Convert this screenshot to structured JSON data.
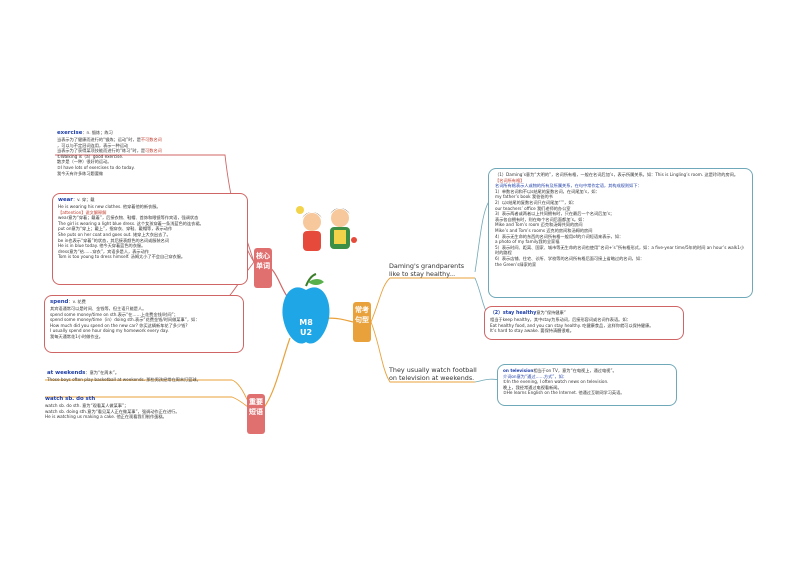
{
  "center": {
    "line1": "M8",
    "line2": "U2"
  },
  "branches": {
    "left_top": "核心单词",
    "left_bottom": "重要短语",
    "right": "常考句型"
  },
  "words": {
    "exercise": {
      "head": "exercise",
      "head_note": "：n. 锻炼；练习",
      "lines": [
        "当表示为了健康而进行的“锻炼；运动”时，是",
        "当表示为了获得某项技能而进行的“练习”时，是",
        "①Walking is（a）good exercise.",
        "散步是（一种）很好的运动。",
        "②I have lots of exercises to do today.",
        "我今天有许多练习题要做"
      ],
      "note_red1": "不可数名词",
      "note_rest1": "，可以与不定冠词连用，表示一种运动",
      "note_red2": "可数名词"
    },
    "wear": {
      "head": "wear",
      "head_note": "：v. 穿；戴",
      "lines": [
        "He is wearing his new clothes.  他穿着他的新衣服。",
        "wear意为“穿着；戴着”，后接衣物、鞋帽、首饰和眼镜等作宾语，强调状态",
        "The girl is wearing a light blue dress. 这个女孩穿着一条浅蓝色的连衣裙。",
        "put on意为“穿上；戴上”，指穿衣、穿鞋、戴帽等，表示动作",
        "She puts on her coat and goes out.  她穿上大衣出去了。",
        "be in也表示“穿着”的状态，其后接表颜色的名词或服装名词",
        "He is in blue today.    他今天穿着蓝色的衣服。",
        "dress意为“给……穿衣”，宾语多是人，表示动作",
        "Tom is too young to dress himself.  汤姆太小了不会自己穿衣服。"
      ],
      "attention": "【attention】说文解释解"
    },
    "spend": {
      "head": "spend",
      "head_note": "：v. 花费",
      "lines": [
        "其宾语通常可以是时间、金钱等，但主语只能是人。",
        "spend some money/time on sth.表示“在……上花费金钱/时间”；",
        "spend some money/time（in）doing sth.表示“花费金钱/时间做某事”，如：",
        "How much did you spend on the new car? 你买这辆新车花了多少钱?",
        "I usually spend one hour doing my homework every day.",
        "我每天通常花1小时做作业。"
      ]
    }
  },
  "phrases": {
    "weekends": {
      "head": "at weekends",
      "head_note": "：意为“在周末”。",
      "lines": [
        "Those boys often play basketball at weekends.  那些男孩经常在周末打篮球。"
      ]
    },
    "watch": {
      "head": "watch sb. do sth",
      "lines": [
        "watch sb. do sth. 意为“观看某人做某事”；",
        "watch sb. doing sth.意为“看见某人正在做某事”，强调动作正在进行。",
        "He is watching us making a cake.  他正在观看我们制作蛋糕。"
      ]
    }
  },
  "sentences": {
    "s1": "Daming's grandparents like to stay healthy...",
    "s2": "They usually watch football on television at weekends."
  },
  "grammar": {
    "title": "（1）Daming’s意为“大明的”，名词所有格，一般在名词后加’s，表示所属关系。如：This is Lingling’s room. 这是玲玲的房间。",
    "subtitle": "【名词所有格】",
    "lines": [
      "名词所有格表示人或物的所有及所属关系，在句中常作定语，其构成规则如下：",
      "1）单数名词和不以s结尾的复数名词，在词尾加’s，如：",
      "my father’s book    我爸爸的书",
      "2）以s结尾的复数名词只在词尾加“’”，如：",
      "our teachers’ office  我们老师的办公室",
      "3）表示两者或两者以上共同拥有时，只在最后一个名词后加’s；",
      "      表示各自拥有时，则在每个名词后面都加’s。如：",
      "Mike and Tom’s room      迈克和汤姆共同的房间",
      "Mike’s and Tom’s rooms   迈克的房间和汤姆的房间",
      "4）表示无生命的东西的名词所有格一般用of的介词短语来表示，如：",
      "a photo of my family我的全家福",
      "5）表示时间、距离、国家、城市等无生命的名词也使用“名词+’s”所有格形式，如：a five-year time/5年的时间    an hour’s walk1小时的路程",
      "6）表示店铺、住宅、诊所、学校等的名词所有格后面可接上省略过的名词，如：",
      "the Green’s绿家的家"
    ]
  },
  "healthy": {
    "head": "（2）stay healthy",
    "head_note": "意为“保持健康”",
    "lines": [
      "相当于keep healthy，其中stay为系动词，后接形容词或名词作表语。如：",
      "Eat healthy food, and you can stay healthy.  吃健康食品，这样你就可以保持健康。",
      "It’s hard to stay awake.  要保持清醒很难。"
    ]
  },
  "tv": {
    "head": "on television",
    "head_note": "相当于on TV，意为“在电视上，通过电视”。",
    "line2": "介词on意为“通过……方式”，如：",
    "lines": [
      "①In the evening, I often watch news on television.",
      "晚上，我经常通过电视看新闻。",
      "②He learns English on the Internet.  他通过互联网学习英语。"
    ]
  },
  "colors": {
    "red_branch": "#d06565",
    "orange_branch": "#e9a23b",
    "apple": "#1ea6e6",
    "keyword": "#1e3ea8"
  }
}
